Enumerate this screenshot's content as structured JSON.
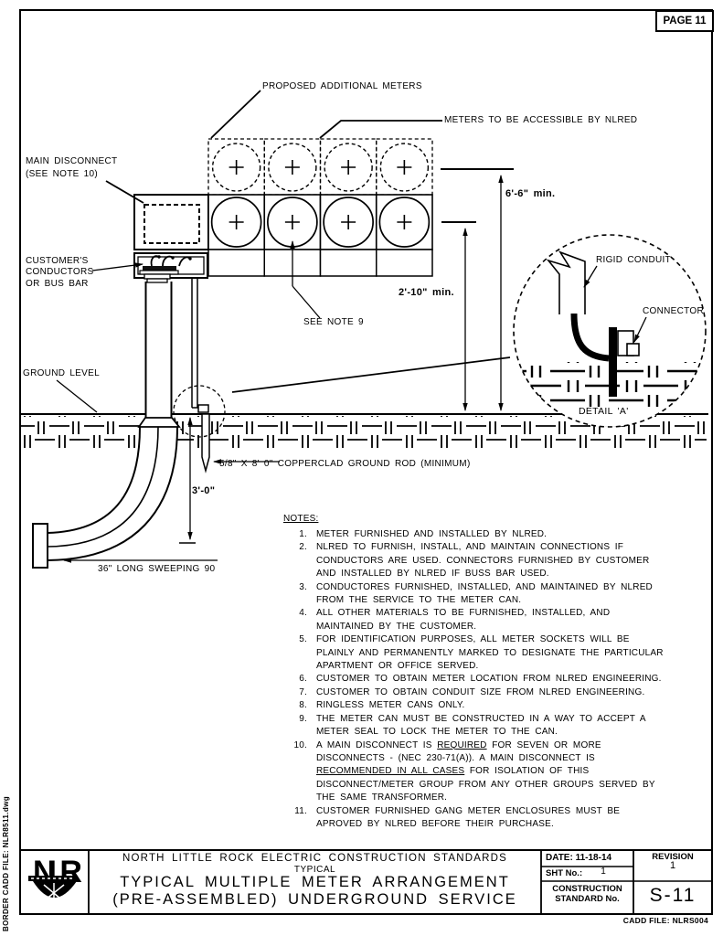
{
  "page": {
    "tag": "PAGE 11"
  },
  "colors": {
    "ink": "#000000",
    "paper": "#ffffff"
  },
  "diagram": {
    "labels": {
      "proposed_meters": "PROPOSED ADDITIONAL METERS",
      "accessible": "METERS TO BE ACCESSIBLE BY NLRED",
      "main_disconnect": [
        "MAIN DISCONNECT",
        "(SEE NOTE 10)"
      ],
      "customer_conductors": [
        "CUSTOMER'S",
        "CONDUCTORS",
        "OR BUS BAR"
      ],
      "ground_level": "GROUND LEVEL",
      "see_note_9": "SEE NOTE 9",
      "ground_rod": "5/8\" X 8' 0\" COPPERCLAD GROUND ROD (MINIMUM)",
      "sweep": "36\" LONG SWEEPING 90",
      "rigid_conduit": "RIGID CONDUIT",
      "connector": "CONNECTOR",
      "detail_a": "DETAIL 'A'"
    },
    "dimensions": {
      "height_top": "6'-6\" min.",
      "height_bottom": "2'-10\" min.",
      "depth": "3'-0\""
    },
    "meters": {
      "columns": 4,
      "proposed_row": true,
      "existing_row": true
    }
  },
  "notes": {
    "heading": "NOTES:",
    "items": [
      {
        "num": "1.",
        "lines": [
          [
            {
              "t": "METER FURNISHED AND INSTALLED BY NLRED."
            }
          ]
        ]
      },
      {
        "num": "2.",
        "lines": [
          [
            {
              "t": "NLRED TO FURNISH, INSTALL, AND MAINTAIN CONNECTIONS IF"
            }
          ],
          [
            {
              "t": "CONDUCTORS ARE USED. CONNECTORS FURNISHED BY CUSTOMER"
            }
          ],
          [
            {
              "t": "AND INSTALLED BY NLRED IF BUSS BAR USED."
            }
          ]
        ]
      },
      {
        "num": "3.",
        "lines": [
          [
            {
              "t": "CONDUCTORES FURNISHED, INSTALLED, AND MAINTAINED BY NLRED"
            }
          ],
          [
            {
              "t": "FROM THE SERVICE TO THE METER CAN."
            }
          ]
        ]
      },
      {
        "num": "4.",
        "lines": [
          [
            {
              "t": "ALL OTHER MATERIALS TO BE FURNISHED, INSTALLED, AND"
            }
          ],
          [
            {
              "t": "MAINTAINED BY THE CUSTOMER."
            }
          ]
        ]
      },
      {
        "num": "5.",
        "lines": [
          [
            {
              "t": "FOR IDENTIFICATION PURPOSES, ALL METER SOCKETS WILL BE"
            }
          ],
          [
            {
              "t": "PLAINLY AND PERMANENTLY MARKED TO DESIGNATE THE PARTICULAR"
            }
          ],
          [
            {
              "t": "APARTMENT OR OFFICE SERVED."
            }
          ]
        ]
      },
      {
        "num": "6.",
        "lines": [
          [
            {
              "t": "CUSTOMER TO OBTAIN METER LOCATION FROM NLRED ENGINEERING."
            }
          ]
        ]
      },
      {
        "num": "7.",
        "lines": [
          [
            {
              "t": "CUSTOMER TO OBTAIN CONDUIT SIZE FROM NLRED ENGINEERING."
            }
          ]
        ]
      },
      {
        "num": "8.",
        "lines": [
          [
            {
              "t": "RINGLESS METER CANS ONLY."
            }
          ]
        ]
      },
      {
        "num": "9.",
        "lines": [
          [
            {
              "t": "THE METER CAN MUST BE CONSTRUCTED IN A WAY TO ACCEPT A"
            }
          ],
          [
            {
              "t": "METER SEAL TO LOCK THE METER TO THE CAN."
            }
          ]
        ]
      },
      {
        "num": "10.",
        "lines": [
          [
            {
              "t": "A MAIN DISCONNECT IS "
            },
            {
              "t": "REQUIRED",
              "u": true
            },
            {
              "t": " FOR SEVEN OR MORE"
            }
          ],
          [
            {
              "t": "DISCONNECTS - (NEC 230-71(A)). A MAIN DISCONNECT IS"
            }
          ],
          [
            {
              "t": "RECOMMENDED IN ALL CASES",
              "u": true
            },
            {
              "t": " FOR ISOLATION OF THIS"
            }
          ],
          [
            {
              "t": "DISCONNECT/METER GROUP FROM ANY OTHER GROUPS SERVED BY"
            }
          ],
          [
            {
              "t": "THE SAME TRANSFORMER."
            }
          ]
        ]
      },
      {
        "num": "11.",
        "lines": [
          [
            {
              "t": "CUSTOMER FURNISHED GANG METER ENCLOSURES MUST BE"
            }
          ],
          [
            {
              "t": "APROVED BY NLRED BEFORE THEIR PURCHASE."
            }
          ]
        ]
      }
    ]
  },
  "titleblock": {
    "org": "NORTH LITTLE ROCK ELECTRIC CONSTRUCTION STANDARDS",
    "typical": "TYPICAL",
    "title_line1": "TYPICAL MULTIPLE METER ARRANGEMENT",
    "title_line2": "(PRE-ASSEMBLED) UNDERGROUND SERVICE",
    "date_label": "DATE: 11-18-14",
    "sht_label": "SHT No.:",
    "sht_value": "1",
    "revision_label": "REVISION",
    "revision_value": "1",
    "standard_label1": "CONSTRUCTION",
    "standard_label2": "STANDARD No.",
    "standard_value": "S-11",
    "logo_text": "NLR"
  },
  "footer": {
    "cadd_file": "CADD FILE: NLRS004",
    "border_cadd_file": "BORDER CADD FILE:  NLR8511.dwg"
  }
}
